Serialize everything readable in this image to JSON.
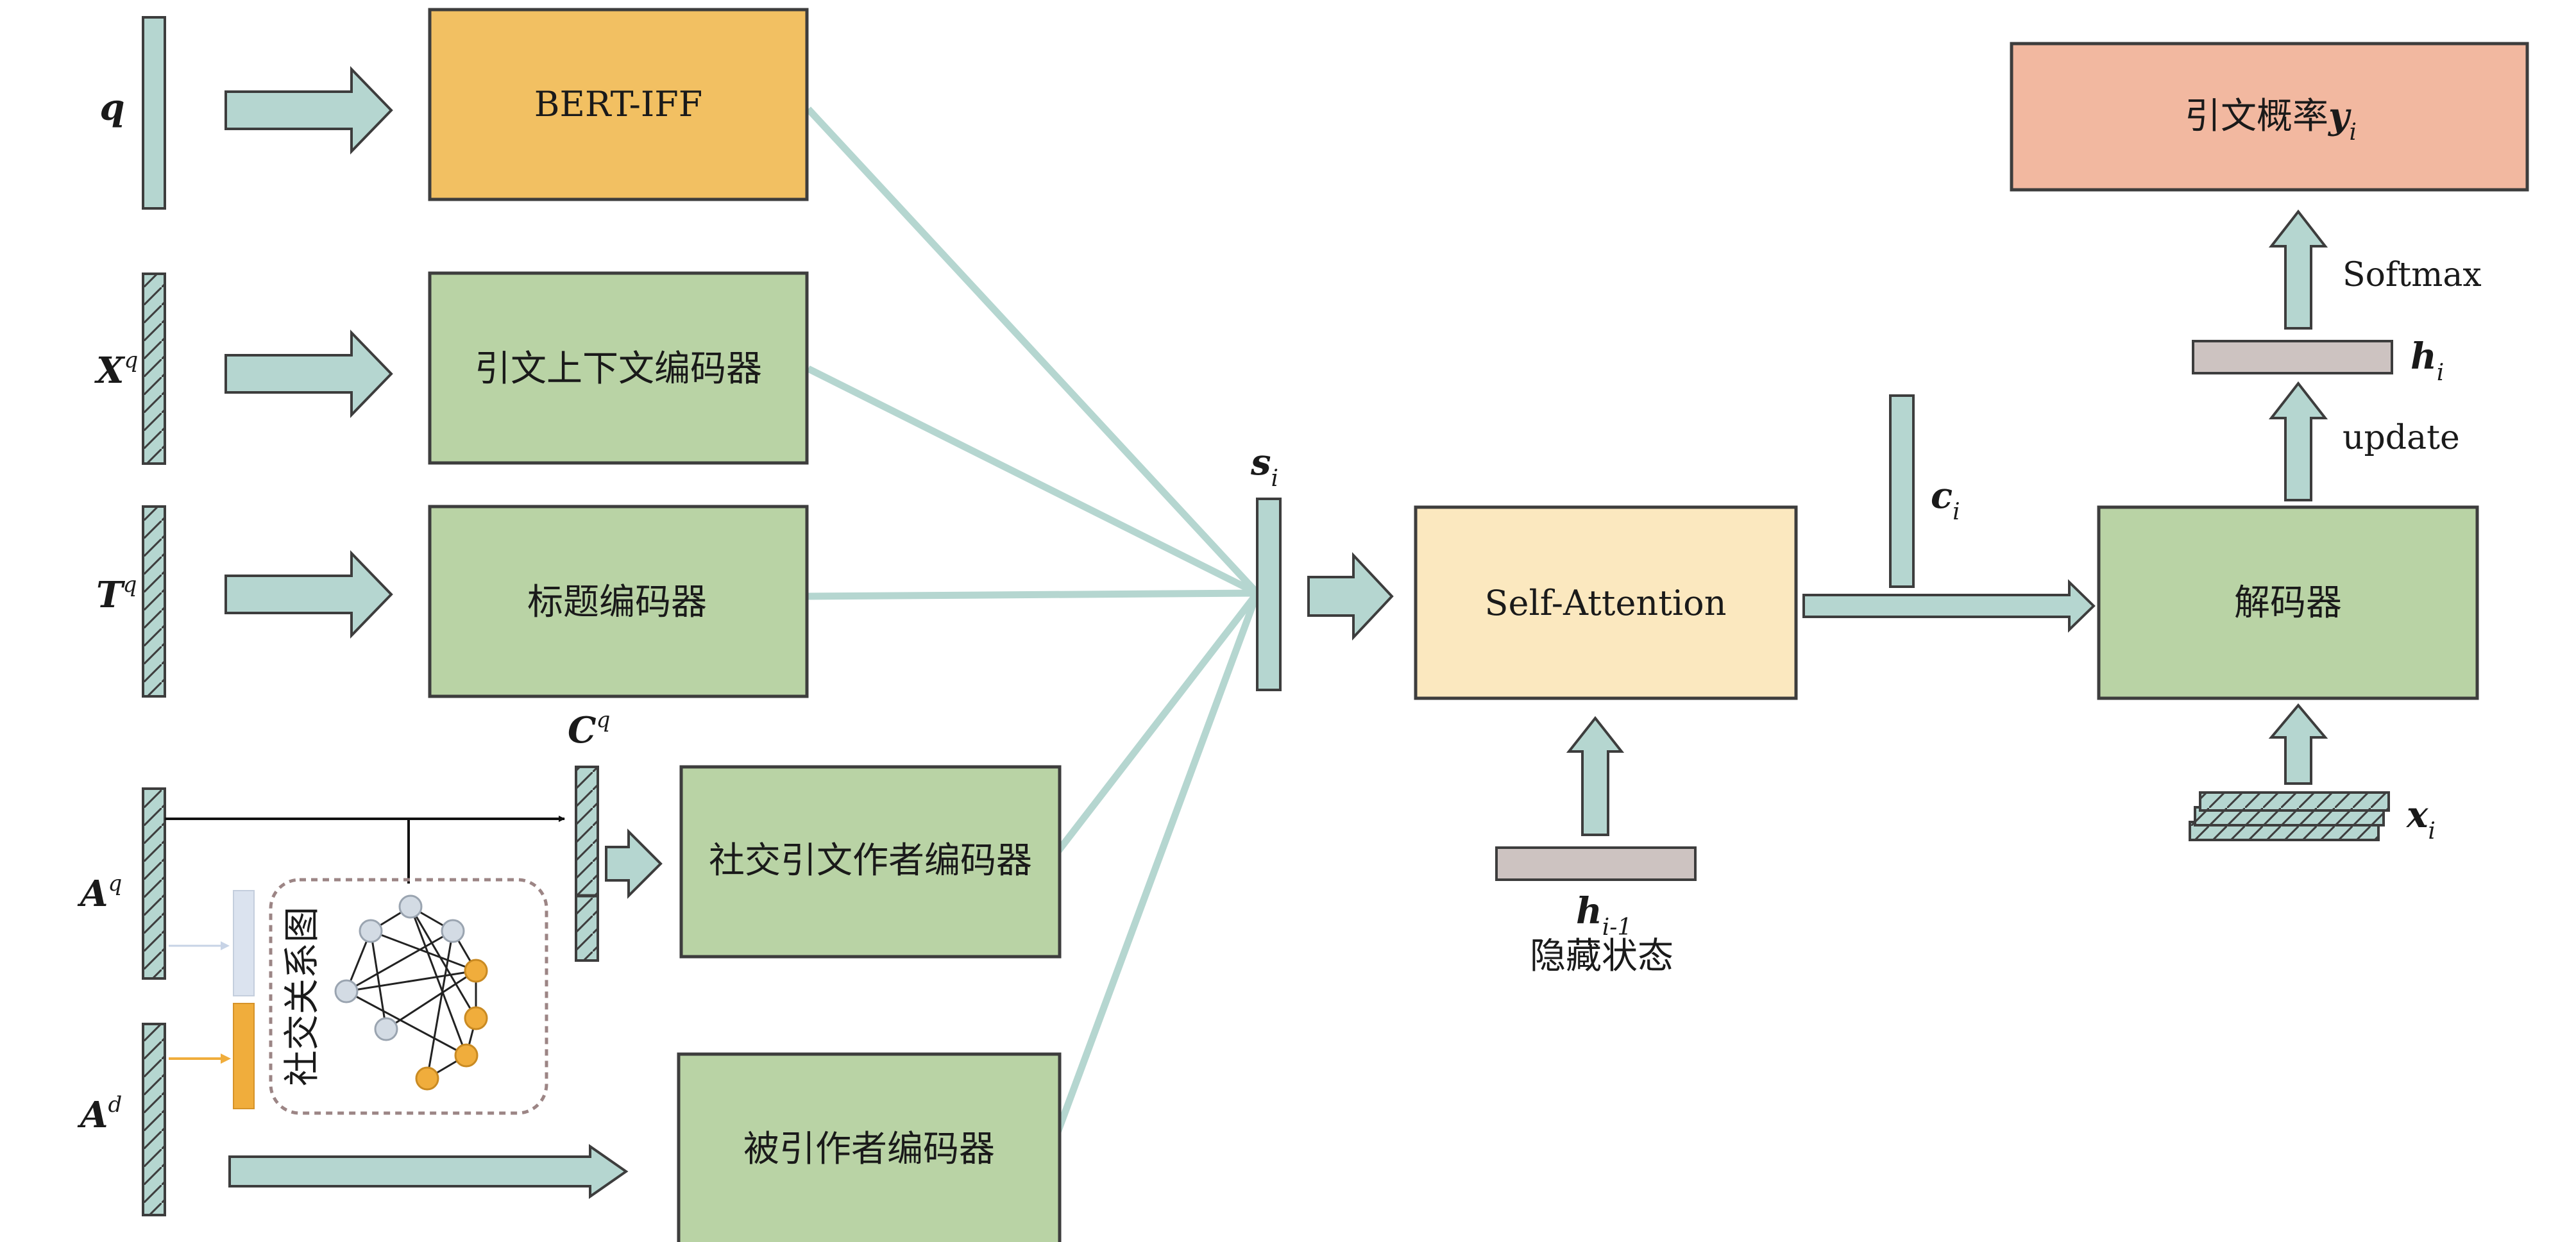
{
  "inputs": {
    "q": {
      "main": "q",
      "sup": ""
    },
    "xq": {
      "main": "X",
      "sup": "q"
    },
    "tq": {
      "main": "T",
      "sup": "q"
    },
    "aq": {
      "main": "A",
      "sup": "q"
    },
    "ad": {
      "main": "A",
      "sup": "d"
    },
    "cq": {
      "main": "C",
      "sup": "q"
    }
  },
  "encoders": {
    "bert": "BERT-IFF",
    "context": "引文上下文编码器",
    "title": "标题编码器",
    "social": "社交引文作者编码器",
    "cited": "被引作者编码器"
  },
  "social_graph": {
    "label": "社交关系图"
  },
  "s_vector": {
    "main": "s",
    "sub": "i"
  },
  "attention": {
    "label": "Self-Attention"
  },
  "hidden": {
    "main": "h",
    "sub": "i-1",
    "caption": "隐藏状态"
  },
  "c_vector": {
    "main": "c",
    "sub": "i"
  },
  "decoder": {
    "label": "解码器"
  },
  "x_vector": {
    "main": "x",
    "sub": "i"
  },
  "h_vector": {
    "main": "h",
    "sub": "i"
  },
  "update_label": "update",
  "softmax_label": "Softmax",
  "output": {
    "prefix": "引文概率",
    "main": "y",
    "sub": "i"
  },
  "colors": {
    "bert_fill": "#f2c062",
    "encoder_fill": "#b9d3a5",
    "attention_fill": "#fbe8bf",
    "output_fill": "#f2b8a0",
    "teal": "#b5d6d0",
    "hidden_fill": "#cdc3c1",
    "orange_node": "#f0ad3c",
    "grey_node": "#d3dbe4"
  }
}
